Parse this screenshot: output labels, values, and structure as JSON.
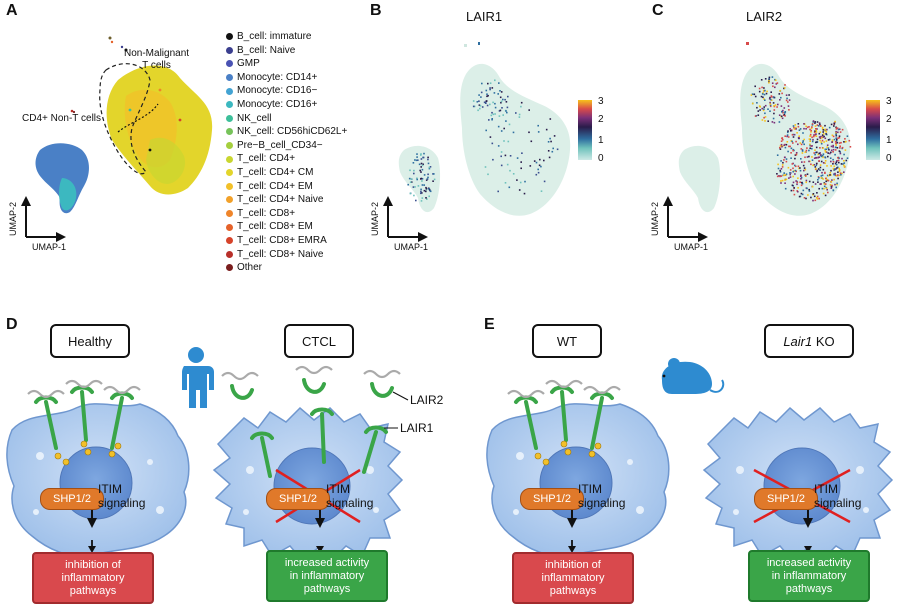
{
  "panels": {
    "a": "A",
    "b": "B",
    "c": "C",
    "d": "D",
    "e": "E"
  },
  "umap": {
    "x_label": "UMAP-1",
    "y_label": "UMAP-2",
    "labels": {
      "non_malignant": "Non-Malignant\nT cells",
      "cd4_non_t": "CD4+ Non-T cells"
    }
  },
  "legend": [
    {
      "label": "B_cell: immature",
      "color": "#111111"
    },
    {
      "label": "B_cell: Naive",
      "color": "#3b3f8f"
    },
    {
      "label": "GMP",
      "color": "#4a52b3"
    },
    {
      "label": "Monocyte: CD14+",
      "color": "#4a80c6"
    },
    {
      "label": "Monocyte: CD16−",
      "color": "#43a3d3"
    },
    {
      "label": "Monocyte: CD16+",
      "color": "#3cb8c0"
    },
    {
      "label": "NK_cell",
      "color": "#3dbf9a"
    },
    {
      "label": "NK_cell: CD56hiCD62L+",
      "color": "#77c35a"
    },
    {
      "label": "Pre−B_cell_CD34−",
      "color": "#a5cf3e"
    },
    {
      "label": "T_cell: CD4+",
      "color": "#c9d630"
    },
    {
      "label": "T_cell: CD4+ CM",
      "color": "#e3d52b"
    },
    {
      "label": "T_cell: CD4+ EM",
      "color": "#f2c029"
    },
    {
      "label": "T_cell: CD4+ Naive",
      "color": "#f2a12a"
    },
    {
      "label": "T_cell: CD8+",
      "color": "#ef852a"
    },
    {
      "label": "T_cell: CD8+ EM",
      "color": "#e5622a"
    },
    {
      "label": "T_cell: CD8+ EMRA",
      "color": "#d6432a"
    },
    {
      "label": "T_cell: CD8+ Naive",
      "color": "#b8302a"
    },
    {
      "label": "Other",
      "color": "#7a1e1e"
    }
  ],
  "genes": {
    "b": "LAIR1",
    "c": "LAIR2"
  },
  "colorbar_ticks": [
    "3",
    "2",
    "1",
    "0"
  ],
  "panel_d": {
    "left_state": "Healthy",
    "right_state": "CTCL",
    "shp": "SHP1/2",
    "itim": "ITIM\nsignaling",
    "lair2": "LAIR2",
    "lair1": "LAIR1",
    "out_left": "inhibition of\ninflammatory\npathways",
    "out_right": "increased activity\nin inflammatory\npathways"
  },
  "panel_e": {
    "left_state": "WT",
    "right_state_italic": "Lair1",
    "right_state_rest": " KO",
    "shp": "SHP1/2",
    "itim": "ITIM\nsignaling",
    "out_left": "inhibition of\ninflammatory\npathways",
    "out_right": "increased activity\nin inflammatory\npathways"
  }
}
